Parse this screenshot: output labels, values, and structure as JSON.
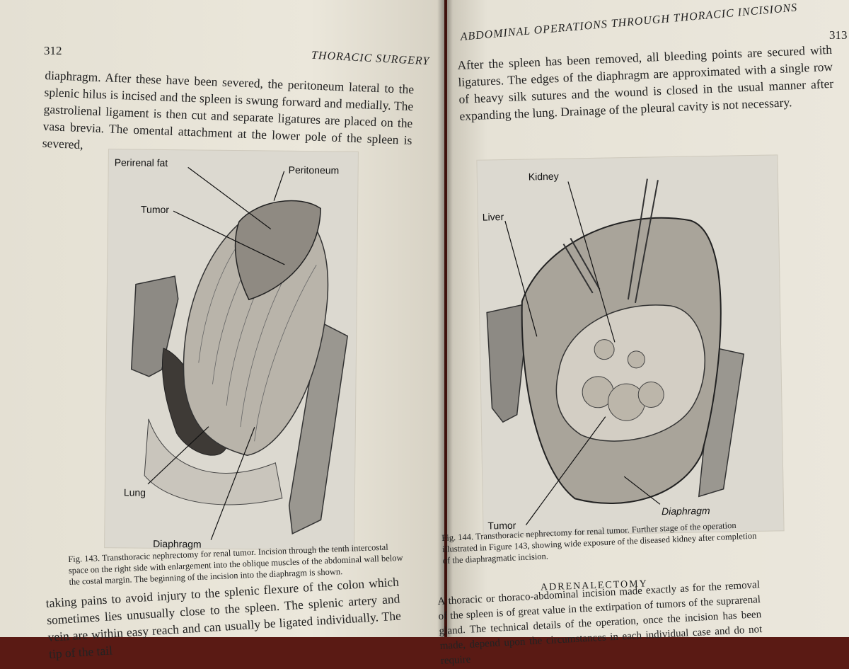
{
  "left_page": {
    "page_number": "312",
    "running_head": "THORACIC SURGERY",
    "body_top": "diaphragm. After these have been severed, the peritoneum lateral to the splenic hilus is incised and the spleen is swung forward and medially. The gastrolienal ligament is then cut and separate ligatures are placed on the vasa brevia. The omental attachment at the lower pole of the spleen is severed,",
    "figure_labels": {
      "perirenal_fat": "Perirenal fat",
      "peritoneum": "Peritoneum",
      "tumor": "Tumor",
      "lung": "Lung",
      "diaphragm": "Diaphragm"
    },
    "caption": "Fig. 143. Transthoracic nephrectomy for renal tumor. Incision through the tenth intercostal space on the right side with enlargement into the oblique muscles of the abdominal wall below the costal margin. The beginning of the incision into the diaphragm is shown.",
    "body_bottom": "taking pains to avoid injury to the splenic flexure of the colon which sometimes lies unusually close to the spleen. The splenic artery and vein are within easy reach and can usually be ligated individually. The tip of the tail"
  },
  "right_page": {
    "page_number": "313",
    "running_head": "ABDOMINAL OPERATIONS THROUGH THORACIC INCISIONS",
    "body_top": "After the spleen has been removed, all bleeding points are secured with ligatures. The edges of the diaphragm are approximated with a single row of heavy silk sutures and the wound is closed in the usual manner after expanding the lung. Drainage of the pleural cavity is not necessary.",
    "figure_labels": {
      "kidney": "Kidney",
      "liver": "Liver",
      "tumor": "Tumor",
      "diaphragm": "Diaphragm"
    },
    "caption": "Fig. 144. Transthoracic nephrectomy for renal tumor. Further stage of the operation illustrated in Figure 143, showing wide exposure of the diseased kidney after completion of the diaphragmatic incision.",
    "section_heading": "ADRENALECTOMY",
    "body_bottom": "A thoracic or thoraco-abdominal incision made exactly as for the removal of the spleen is of great value in the extirpation of tumors of the suprarenal gland. The technical details of the operation, once the incision has been made, depend upon the circumstances in each individual case and do not require"
  }
}
